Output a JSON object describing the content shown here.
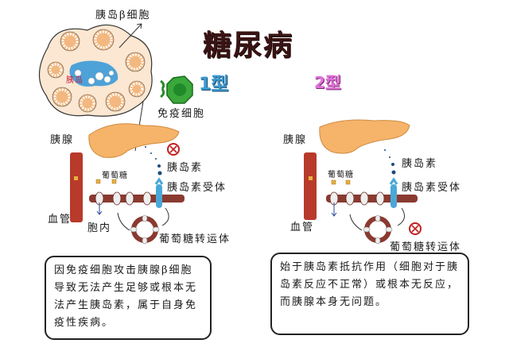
{
  "title": "糖尿病",
  "type1": {
    "label": "1型",
    "islet_label": "胰岛β细胞",
    "islet_inner_label": "胰岛",
    "immune_cell_label": "免疫细胞",
    "pancreas_label": "胰腺",
    "insulin_label": "胰岛素",
    "receptor_label": "胰岛素受体",
    "glucose_label": "葡萄糖",
    "vessel_label": "血管",
    "cell_interior_label": "胞内",
    "transporter_label": "葡萄糖转运体",
    "blocked_marker": "insulin-absent",
    "description": "因免疫细胞攻击胰腺β细胞导致无法产生足够或根本无法产生胰岛素，属于自身免疫性疾病。"
  },
  "type2": {
    "label": "2型",
    "pancreas_label": "胰腺",
    "insulin_label": "胰岛素",
    "receptor_label": "胰岛素受体",
    "glucose_label": "葡萄糖",
    "vessel_label": "血管",
    "transporter_label": "葡萄糖转运体",
    "blocked_marker": "transporter-blocked",
    "description": "始于胰岛素抵抗作用（细胞对于胰岛素反应不正常）或根本无反应，而胰腺本身无问题。"
  },
  "colors": {
    "title": "#3a1414",
    "type1": "#3a9ad0",
    "type2": "#e070d8",
    "pancreas": "#f5b46a",
    "vessel": "#b83a2a",
    "membrane": "#8a3a30",
    "receptor": "#4aa8d8",
    "immune_cell": "#3aa83a",
    "insulin_dot": "#1a4a7a",
    "glucose": "#e8b040",
    "blocked": "#c02020"
  }
}
